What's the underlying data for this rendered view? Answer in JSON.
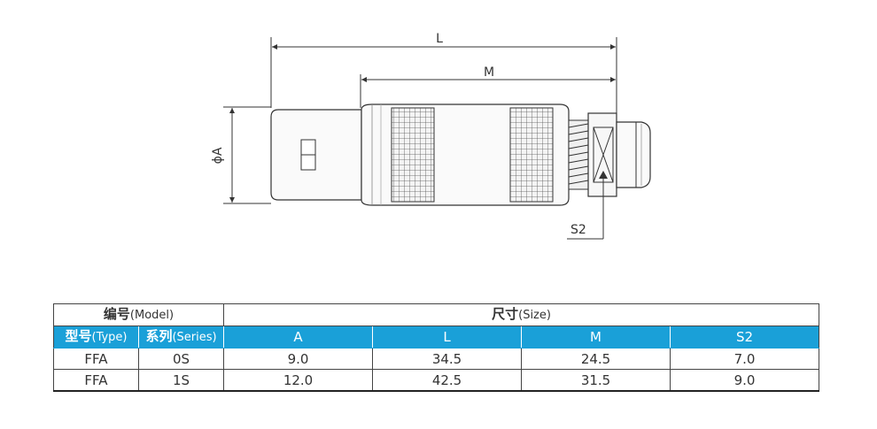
{
  "drawing": {
    "dim_L": "L",
    "dim_M": "M",
    "dim_A": "ϕA",
    "dim_S2": "S2"
  },
  "table": {
    "model_header_cn": "编号",
    "model_header_en": "(Model)",
    "size_header_cn": "尺寸",
    "size_header_en": "(Size)",
    "type_header_cn": "型号",
    "type_header_en": "(Type)",
    "series_header_cn": "系列",
    "series_header_en": "(Series)",
    "columns": [
      "A",
      "L",
      "M",
      "S2"
    ],
    "rows": [
      {
        "type": "FFA",
        "series": "0S",
        "A": "9.0",
        "L": "34.5",
        "M": "24.5",
        "S2": "7.0"
      },
      {
        "type": "FFA",
        "series": "1S",
        "A": "12.0",
        "L": "42.5",
        "M": "31.5",
        "S2": "9.0"
      }
    ],
    "header_color": "#1aa0d8"
  }
}
